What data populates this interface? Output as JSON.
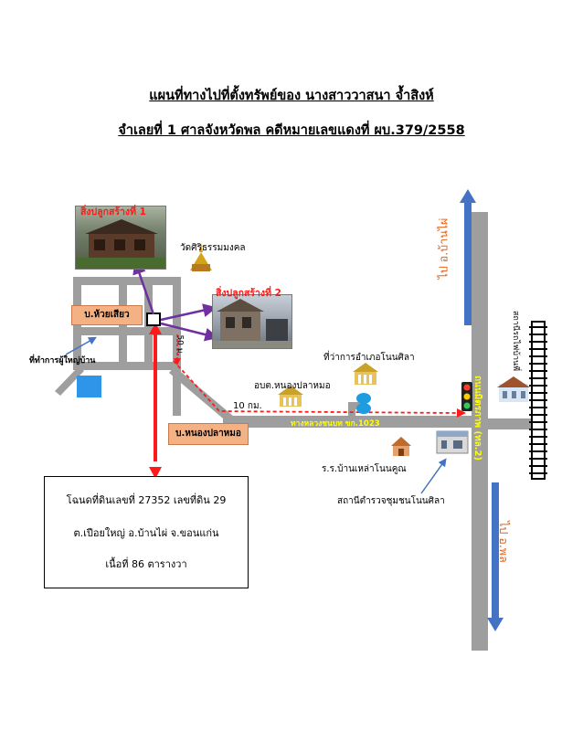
{
  "title_line1": "แผนที่ทางไปที่ตั้งทรัพย์ของ นางสาววาสนา จ้ำสิงห์",
  "title_line2": "จำเลยที่ 1 ศาลจังหวัดพล คดีหมายเลขแดงที่ ผบ.379/2558",
  "labels": {
    "building1": "สิ่งปลูกสร้างที่ 1",
    "building2": "สิ่งปลูกสร้างที่ 2",
    "temple": "วัดศิริธรรมมงคล",
    "village_huai_siao": "บ.ห้วยเสียว",
    "headman_office": "ที่ทำการผู้ใหญ่บ้าน",
    "distance_50m": "50 ม.",
    "distance_10km": "10 กม.",
    "district_office": "ที่ว่าการอำเภอโนนศิลา",
    "tao": "อบต.หนองปลาหมอ",
    "village_nong_pla_mo": "บ.หนองปลาหมอ",
    "rural_road": "ทางหลวงชนบท ขก.1023",
    "to_ban_phai": "ไป อ.บ้านไผ่",
    "to_phon": "ไป อ.พล",
    "mittraphap_road": "ถนนมิตรภาพ (ทล.2)",
    "railway_station": "สถานีรถไฟบ้านพี่",
    "school": "ร.ร.บ้านเหล่าโนนคูณ",
    "police_station": "สถานีตำรวจชุมชนโนนศิลา"
  },
  "info_box": {
    "line1": "โฉนดที่ดินเลขที่ 27352 เลขที่ดิน 29",
    "line2": "ต.เปือยใหญ่ อ.บ้านไผ่  จ.ขอนแก่น",
    "line3": "เนื้อที่  86 ตารางวา"
  },
  "colors": {
    "road": "#9e9e9e",
    "arrow_blue": "#4472c4",
    "callout_orange": "#f4b183",
    "label_red": "#ff1a1a",
    "label_orange": "#e2661f",
    "highway_label": "#ffff00"
  },
  "icons": {
    "traffic_light": "traffic-light-icon",
    "temple": "temple-icon",
    "district_office": "government-building-icon",
    "tao": "government-building-icon",
    "school": "school-icon",
    "police": "police-station-icon",
    "railway": "railway-track-icon",
    "train_station": "train-station-icon",
    "water": "pond-icon",
    "water_tower": "water-tower-icon"
  }
}
